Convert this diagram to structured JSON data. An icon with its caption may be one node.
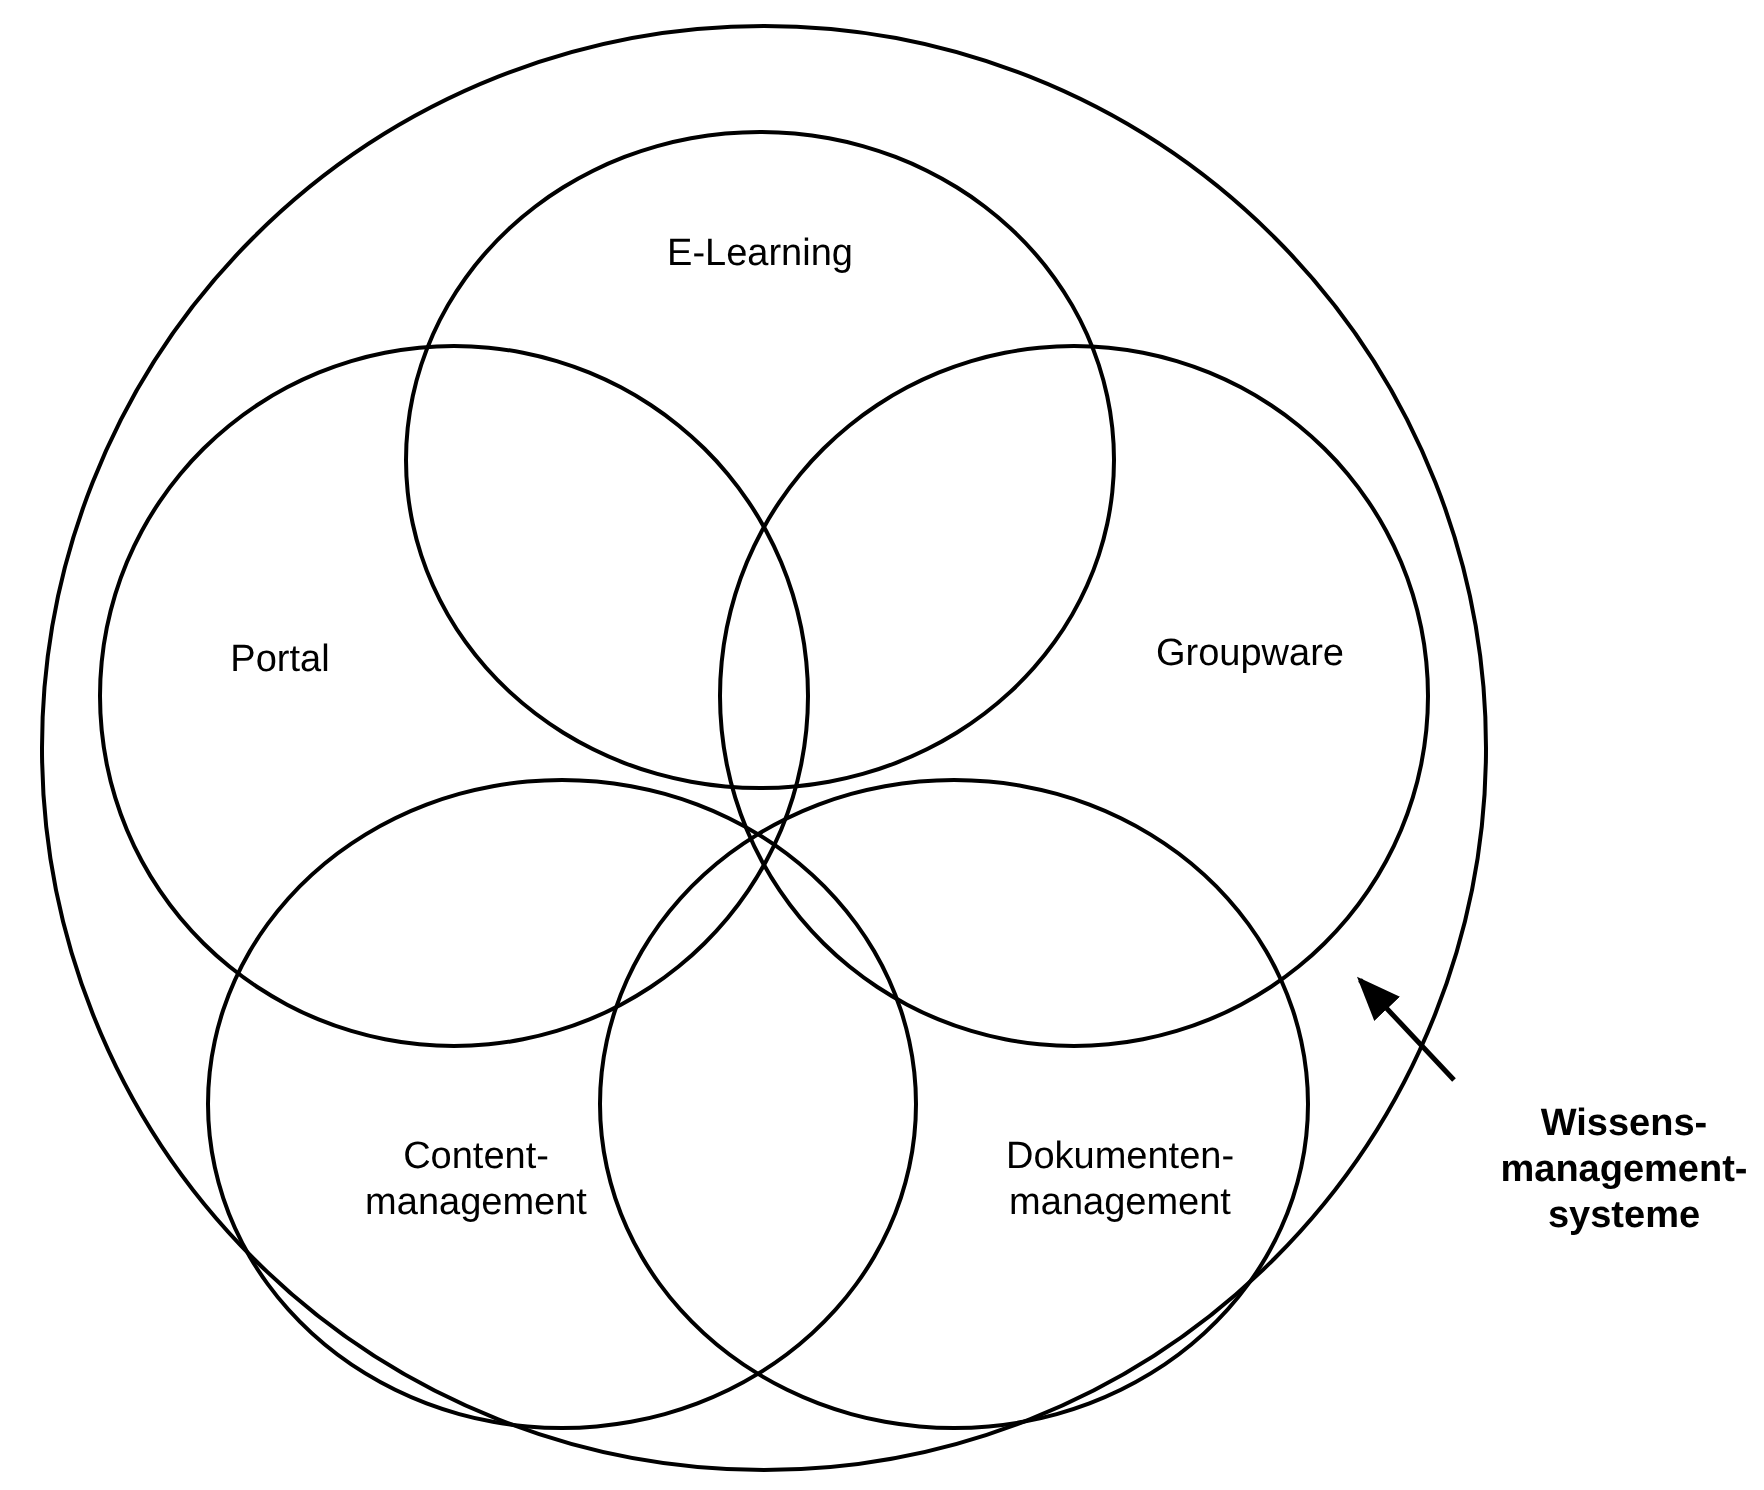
{
  "diagram": {
    "nodes": [
      {
        "text": [],
        "shape": "circle"
      },
      {
        "text": [
          "E-Learning"
        ],
        "in": 0
      },
      {
        "text": [
          "Portal"
        ],
        "in": 0
      },
      {
        "text": [
          "Groupware"
        ],
        "in": 0
      },
      {
        "text": [
          "Content- management"
        ],
        "in": 0
      },
      {
        "text": [
          "Dokumenten- management"
        ],
        "in": 0
      },
      {
        "text": [
          "Wissens- management- systeme"
        ]
      }
    ],
    "edges": [
      {
        "from": 6,
        "to": 0,
        "arrow": "to"
      }
    ]
  }
}
